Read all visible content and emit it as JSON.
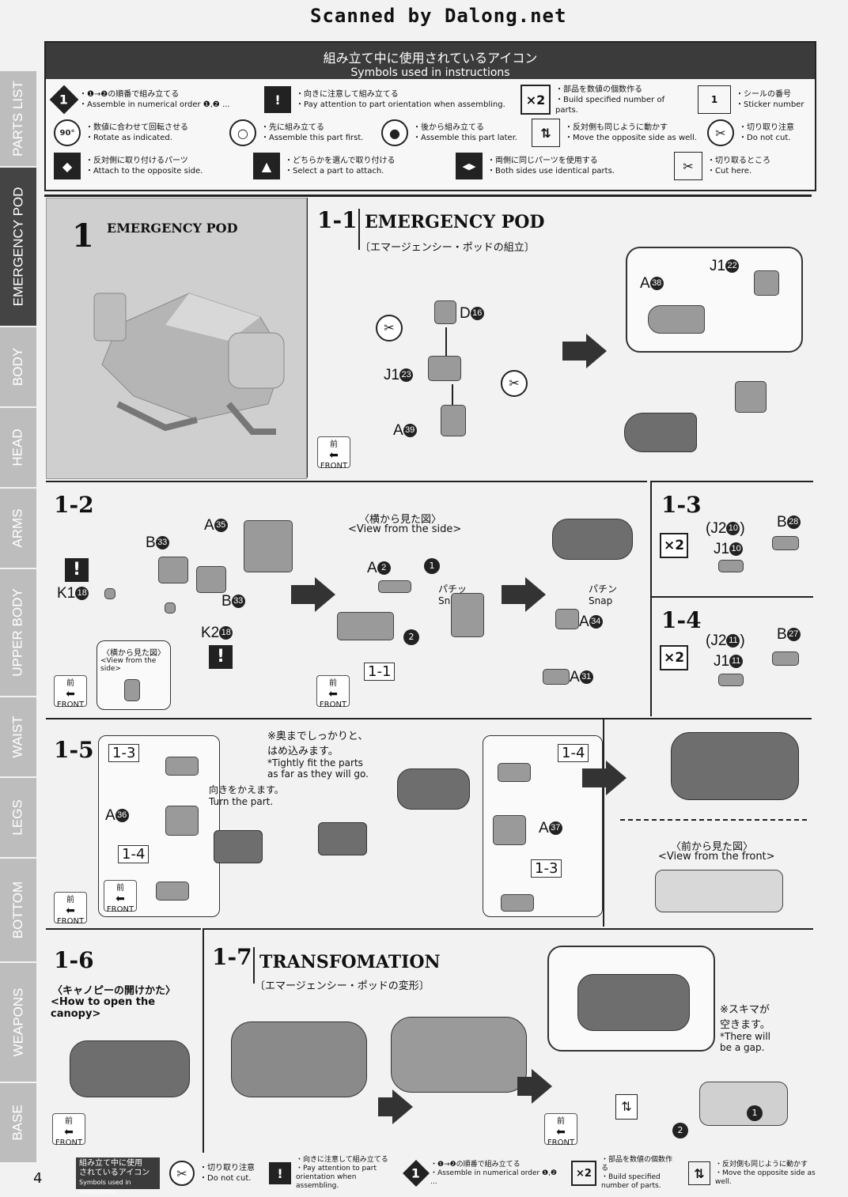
{
  "header": {
    "scan_credit": "Scanned by Dalong.net"
  },
  "side_tabs": [
    "PARTS LIST",
    "EMERGENCY POD",
    "BODY",
    "HEAD",
    "ARMS",
    "UPPER BODY",
    "WAIST",
    "LEGS",
    "BOTTOM",
    "WEAPONS",
    "BASE"
  ],
  "symbols": {
    "title_jp": "組み立て中に使用されているアイコン",
    "title_en": "Symbols used in instructions",
    "items": [
      {
        "glyph": "1",
        "jp": "・❶→❷の順番で組み立てる",
        "en": "・Assemble in numerical order ❶,❷ ..."
      },
      {
        "glyph": "!",
        "jp": "・向きに注意して組み立てる",
        "en": "・Pay attention to part orientation when assembling."
      },
      {
        "glyph": "×2",
        "jp": "・部品を数値の個数作る",
        "en": "・Build specified number of parts."
      },
      {
        "glyph": "1",
        "jp": "・シールの番号",
        "en": "・Sticker number"
      },
      {
        "glyph": "90°",
        "jp": "・数値に合わせて回転させる",
        "en": "・Rotate as indicated."
      },
      {
        "glyph": "○",
        "jp": "・先に組み立てる",
        "en": "・Assemble this part first."
      },
      {
        "glyph": "●",
        "jp": "・後から組み立てる",
        "en": "・Assemble this part later."
      },
      {
        "glyph": "⇅",
        "jp": "・反対側も同じように動かす",
        "en": "・Move the opposite side as well."
      },
      {
        "glyph": "✂",
        "jp": "・切り取り注意",
        "en": "・Do not cut."
      },
      {
        "glyph": "◆",
        "jp": "・反対側に取り付けるパーツ",
        "en": "・Attach to the opposite side."
      },
      {
        "glyph": "▲",
        "jp": "・どちらかを選んで取り付ける",
        "en": "・Select a part to attach."
      },
      {
        "glyph": "◀▶",
        "jp": "・両側に同じパーツを使用する",
        "en": "・Both sides use identical parts."
      },
      {
        "glyph": "✂",
        "jp": "・切り取るところ",
        "en": "・Cut here."
      }
    ]
  },
  "step1": {
    "num": "1",
    "title": "EMERGENCY POD"
  },
  "step1_1": {
    "num": "1-1",
    "title": "EMERGENCY POD",
    "sub": "〔エマージェンシー・ポッドの組立〕",
    "labels": {
      "d": "D",
      "d_n": "16",
      "j1": "J1",
      "j1_n": "23",
      "a": "A",
      "a_n": "39",
      "a2": "A",
      "a2_n": "38",
      "j1b": "J1",
      "j1b_n": "22"
    }
  },
  "front": {
    "jp": "前",
    "en": "FRONT"
  },
  "step1_2": {
    "num": "1-2",
    "labels": {
      "a": "A",
      "a_n": "35",
      "b": "B",
      "b_n": "33",
      "b2": "B",
      "b2_n": "33",
      "k1": "K1",
      "k1_n": "18",
      "k2": "K2",
      "k2_n": "18",
      "view_jp": "〈横から見た図〉",
      "view_en": "<View from the side>",
      "side_jp": "〈横から見た図〉",
      "side_en": "<View from the side>",
      "a2": "A",
      "a2_n": "2",
      "snap_jp": "パチッ",
      "snap_en": "Snap",
      "ref": "1-1",
      "a3": "A",
      "a3_n": "34",
      "a4": "A",
      "a4_n": "31",
      "snap2_jp": "パチン",
      "snap2_en": "Snap"
    }
  },
  "step1_3": {
    "num": "1-3",
    "x": "×2",
    "j2": "(J2",
    "j2_n": "10",
    "j2_close": ")",
    "j1": "J1",
    "j1_n": "10",
    "b": "B",
    "b_n": "28"
  },
  "step1_4": {
    "num": "1-4",
    "x": "×2",
    "j2": "(J2",
    "j2_n": "11",
    "j2_close": ")",
    "j1": "J1",
    "j1_n": "11",
    "b": "B",
    "b_n": "27"
  },
  "step1_5": {
    "num": "1-5",
    "labels": {
      "ref13": "1-3",
      "ref14": "1-4",
      "a": "A",
      "a_n": "36",
      "turn_jp": "向きをかえます。",
      "turn_en": "Turn the part.",
      "fit_jp1": "※奥までしっかりと、",
      "fit_jp2": "はめ込みます。",
      "fit_en1": "*Tightly fit the parts",
      "fit_en2": "as far as they will go.",
      "ref14b": "1-4",
      "ref13b": "1-3",
      "a2": "A",
      "a2_n": "37",
      "front_view_jp": "〈前から見た図〉",
      "front_view_en": "<View from the front>"
    }
  },
  "step1_6": {
    "num": "1-6",
    "jp": "〈キャノピーの開けかた〉",
    "en": "<How to open the canopy>"
  },
  "step1_7": {
    "num": "1-7",
    "title": "TRANSFOMATION",
    "sub": "〔エマージェンシー・ポッドの変形〕",
    "gap_jp1": "※スキマが",
    "gap_jp2": "空きます。",
    "gap_en1": "*There will",
    "gap_en2": "be a gap."
  },
  "footer": {
    "page": "4",
    "title_jp1": "組み立て中に使用",
    "title_jp2": "されているアイコン",
    "title_en": "Symbols used in instructions",
    "items": [
      {
        "glyph": "✂",
        "jp": "・切り取り注意",
        "en": "・Do not cut."
      },
      {
        "glyph": "!",
        "jp": "・向きに注意して組み立てる",
        "en": "・Pay attention to part orientation when assembling."
      },
      {
        "glyph": "1",
        "jp": "・❶→❷の順番で組み立てる",
        "en": "・Assemble in numerical order ❶,❷ ..."
      },
      {
        "glyph": "×2",
        "jp": "・部品を数値の個数作る",
        "en": "・Build specified number of parts."
      },
      {
        "glyph": "⇅",
        "jp": "・反対側も同じように動かす",
        "en": "・Move the opposite side as well."
      }
    ]
  }
}
